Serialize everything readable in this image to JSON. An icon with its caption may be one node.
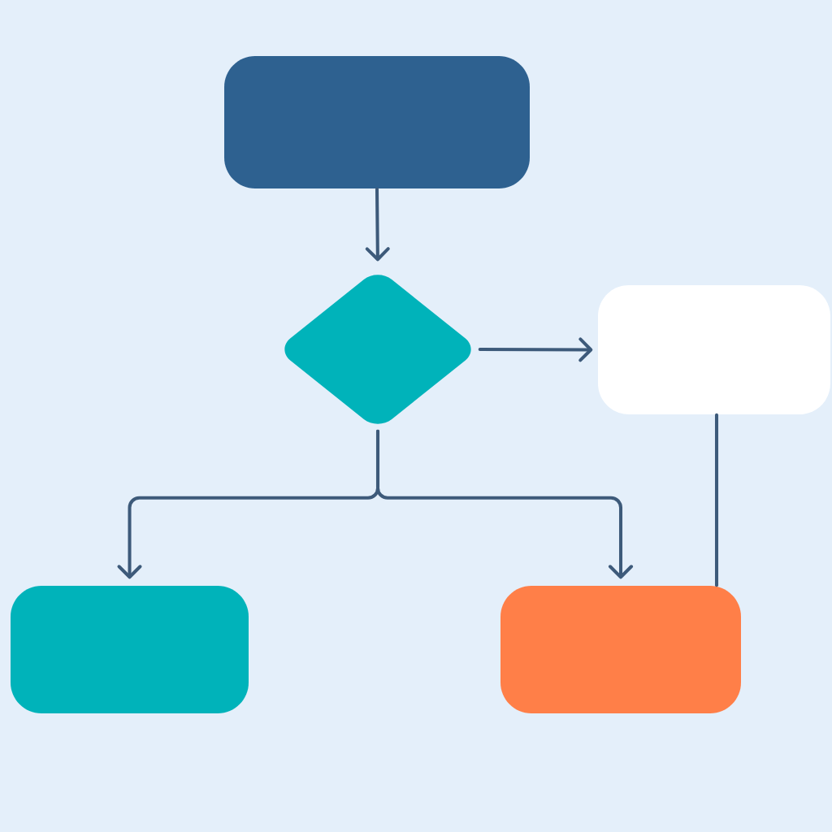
{
  "diagram": {
    "nodes": [
      {
        "text": [],
        "shape": "box"
      },
      {
        "text": [],
        "shape": "diamond"
      },
      {
        "text": [],
        "shape": "box"
      },
      {
        "text": [],
        "shape": "box"
      },
      {
        "text": [],
        "shape": "box"
      }
    ],
    "edges": [
      {
        "from": 0,
        "to": 1,
        "arrow": "to"
      },
      {
        "from": 1,
        "to": 2,
        "arrow": "to"
      },
      {
        "from": 1,
        "to": 3,
        "arrow": "to"
      },
      {
        "from": 1,
        "to": 4,
        "arrow": "to"
      },
      {
        "from": 2,
        "to": 4,
        "arrow": "none"
      }
    ]
  }
}
